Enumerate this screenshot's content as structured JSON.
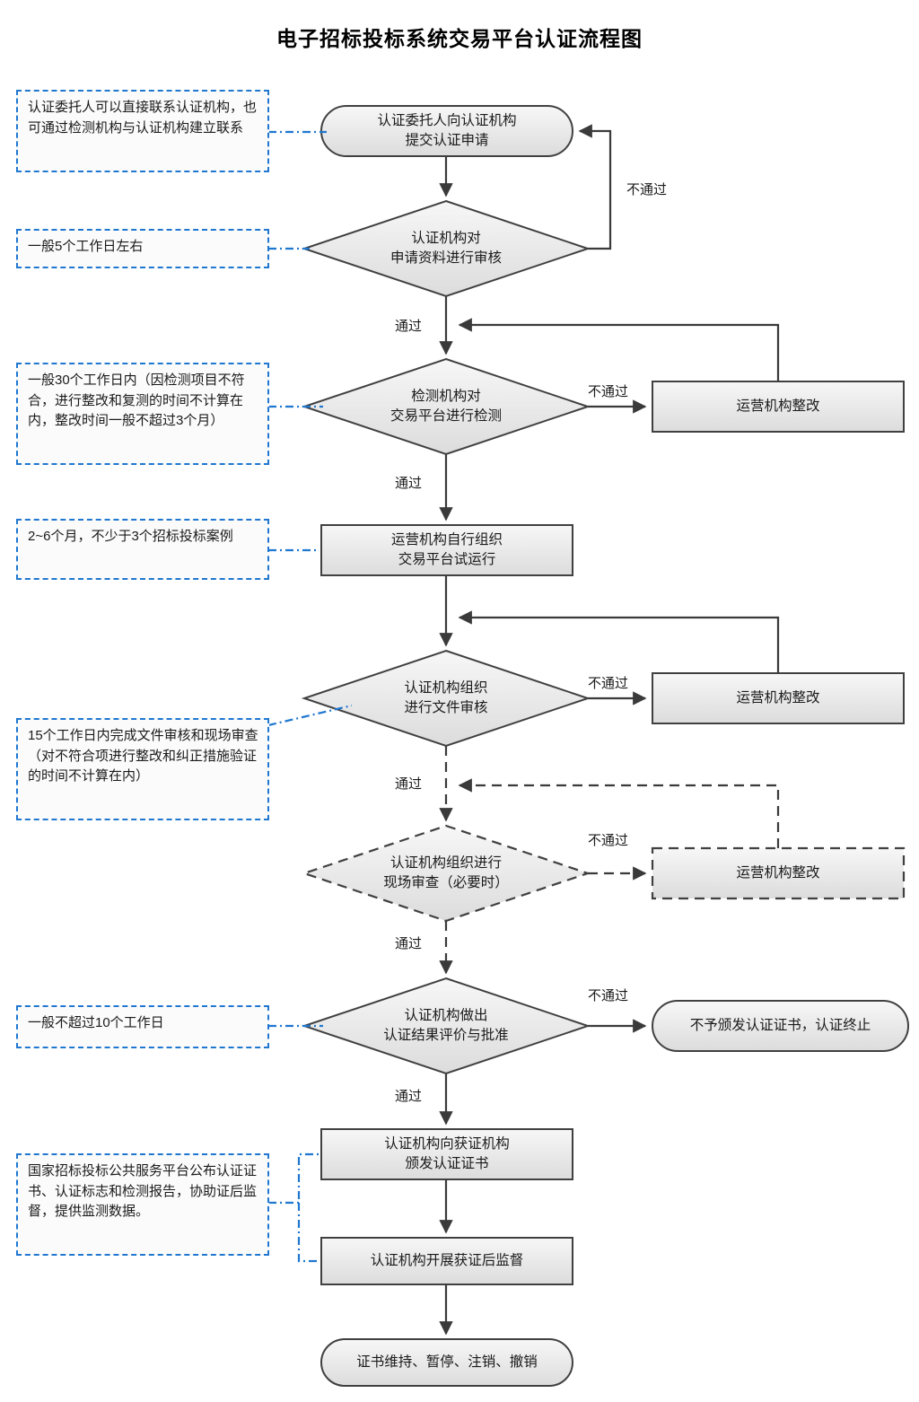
{
  "title": "电子招标投标系统交易平台认证流程图",
  "palette": {
    "node_stroke": "#404040",
    "node_fill_top": "#f5f5f5",
    "node_fill_bottom": "#dcdcdc",
    "edge_stroke": "#3a3a3a",
    "note_border": "#1f77d0",
    "note_fill": "#fbfbfb",
    "text": "#1a1a1a"
  },
  "nodes": {
    "apply": {
      "label": "认证委托人向认证机构\n提交认证申请",
      "shape": "stadium"
    },
    "review_docs": {
      "label": "认证机构对\n申请资料进行审核",
      "shape": "diamond"
    },
    "test_platform": {
      "label": "检测机构对\n交易平台进行检测",
      "shape": "diamond"
    },
    "rectify_1": {
      "label": "运营机构整改",
      "shape": "rect"
    },
    "trial_run": {
      "label": "运营机构自行组织\n交易平台试运行",
      "shape": "rect"
    },
    "file_audit": {
      "label": "认证机构组织\n进行文件审核",
      "shape": "diamond"
    },
    "rectify_2": {
      "label": "运营机构整改",
      "shape": "rect"
    },
    "site_audit": {
      "label": "认证机构组织进行\n现场审查（必要时）",
      "shape": "diamond-dashed"
    },
    "rectify_3": {
      "label": "运营机构整改",
      "shape": "rect-dashed"
    },
    "approval": {
      "label": "认证机构做出\n认证结果评价与批准",
      "shape": "diamond"
    },
    "reject": {
      "label": "不予颁发认证证书，认证终止",
      "shape": "stadium"
    },
    "issue_cert": {
      "label": "认证机构向获证机构\n颁发认证证书",
      "shape": "rect"
    },
    "post_supervision": {
      "label": "认证机构开展获证后监督",
      "shape": "rect"
    },
    "cert_status": {
      "label": "证书维持、暂停、注销、撤销",
      "shape": "stadium"
    }
  },
  "edge_labels": {
    "fail_1": "不通过",
    "pass_1": "通过",
    "fail_2": "不通过",
    "pass_2": "通过",
    "fail_3": "不通过",
    "pass_3": "通过",
    "fail_4": "不通过",
    "pass_4": "通过",
    "fail_5": "不通过",
    "pass_5": "通过"
  },
  "notes": {
    "note_contact": "认证委托人可以直接联系认证机构，也可通过检测机构与认证机构建立联系",
    "note_five_days": "一般5个工作日左右",
    "note_thirty_days": "一般30个工作日内（因检测项目不符合，进行整改和复测的时间不计算在内，整改时间一般不超过3个月）",
    "note_trial": "2~6个月，不少于3个招标投标案例",
    "note_fifteen_days": "15个工作日内完成文件审核和现场审查（对不符合项进行整改和纠正措施验证的时间不计算在内）",
    "note_ten_days": "一般不超过10个工作日",
    "note_public_platform": "国家招标投标公共服务平台公布认证证书、认证标志和检测报告，协助证后监督，提供监测数据。"
  }
}
